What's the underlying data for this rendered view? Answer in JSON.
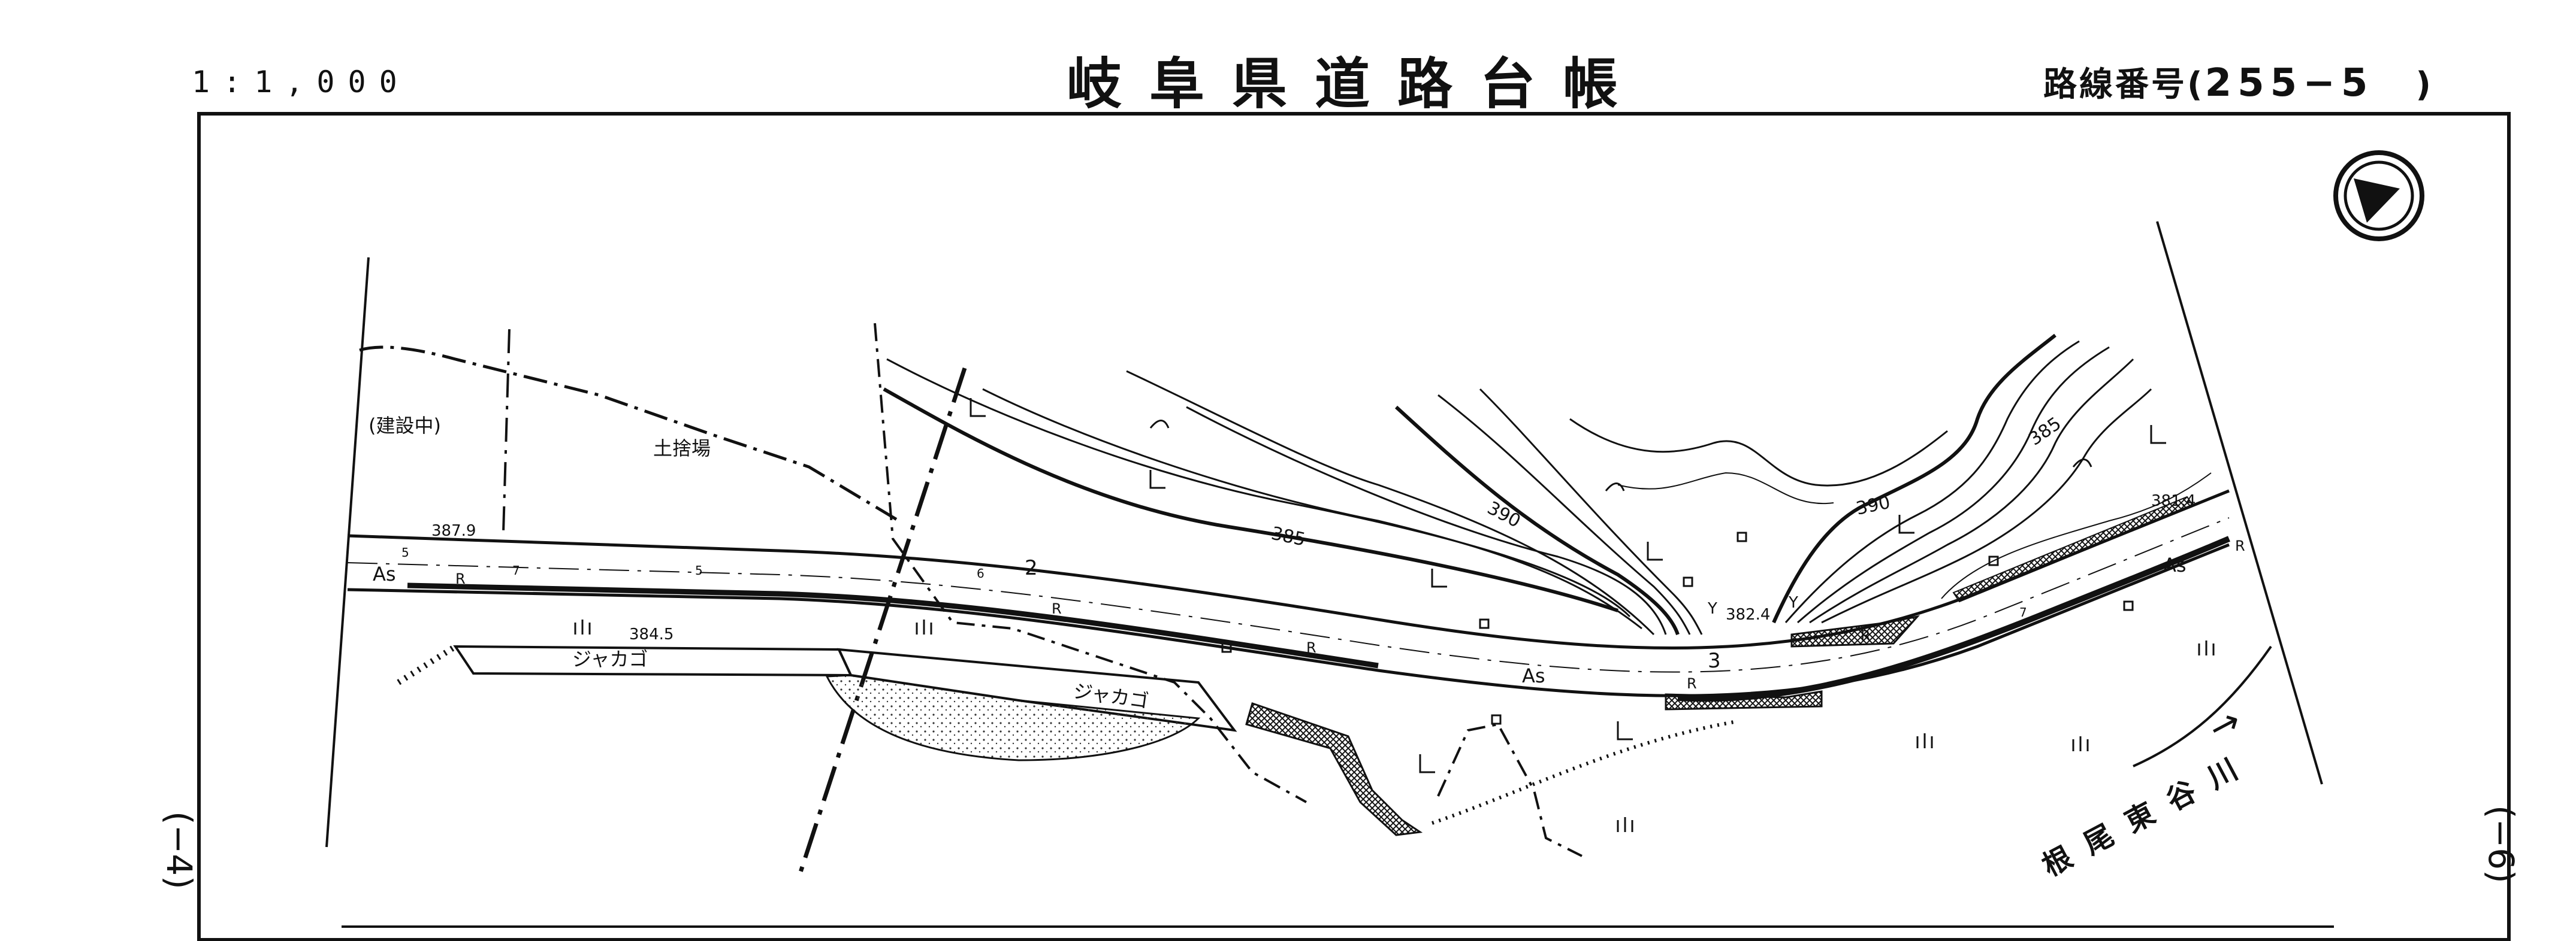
{
  "header": {
    "scale": "1:1,000",
    "title": "岐阜県道路台帳",
    "route_label": "路線番号",
    "route_open": "(",
    "route_number": "255−5",
    "route_close": ")"
  },
  "margin": {
    "left_sheet": "(−4)",
    "right_sheet": "(−6)"
  },
  "labels": {
    "under_construction": "(建設中)",
    "dump_site": "土捨場",
    "river_name": "根尾東谷川",
    "river_arrow": "→",
    "gabion_1": "ジャカゴ",
    "gabion_2": "ジャカゴ",
    "asphalt_1": "As",
    "asphalt_2": "As",
    "asphalt_3": "As",
    "elev_1": "387.9",
    "elev_2": "384.5",
    "elev_3": "382.4",
    "elev_4": "381.4",
    "contour_385a": "385",
    "contour_390a": "390",
    "contour_390b": "390",
    "contour_385b": "385",
    "section_2": "2",
    "section_3": "3",
    "r_1": "R",
    "r_2": "R",
    "r_3": "R",
    "r_4": "R",
    "r_5": "R",
    "r_6": "R",
    "y_1": "Y",
    "y_2": "Y",
    "width_1": "5",
    "width_2": "7",
    "width_3": "5",
    "width_4": "6",
    "width_5": "7"
  },
  "symbols": {
    "north_arrow": "north-arrow-icon",
    "palm": "palm-symbol-icon",
    "conifer": "conifer-symbol-icon",
    "rice": "rice-field-symbol-icon",
    "pole": "utility-pole-icon"
  }
}
